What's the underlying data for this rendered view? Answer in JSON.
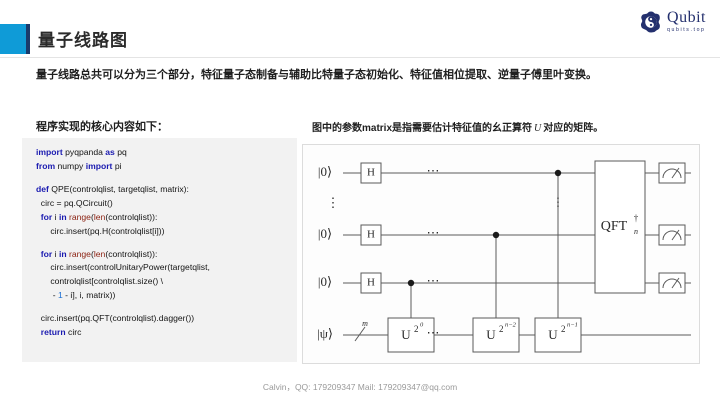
{
  "header": {
    "title": "量子线路图",
    "accent_color": "#0f9bd7",
    "accent_edge_color": "#1b3a6b"
  },
  "logo": {
    "icon": "qubit-yinyang-logo-icon",
    "name": "Qubit",
    "tagline": "qubits.top",
    "color": "#24306e"
  },
  "body": {
    "lead": "量子线路总共可以分为三个部分，特征量子态制备与辅助比特量子态初始化、特征值相位提取、逆量子傅里叶变换。",
    "code_caption": "程序实现的核心内容如下：",
    "diagram_caption_before": "图中的参数matrix是指需要估计特征值的幺正算符",
    "diagram_caption_var": "U",
    "diagram_caption_after": "对应的矩阵。"
  },
  "code": {
    "background": "#f2f2f2",
    "keyword_color": "#1a1ab0",
    "builtin_color": "#8a1f0f",
    "number_color": "#1a6fd4",
    "lines": [
      "import pyqpanda as pq",
      "from numpy import pi",
      "",
      "def QPE(controlqlist, targetqlist, matrix):",
      "  circ = pq.QCircuit()",
      "  for i in range(len(controlqlist)):",
      "      circ.insert(pq.H(controlqlist[i]))",
      "",
      "  for i in range(len(controlqlist)):",
      "      circ.insert(controlUnitaryPower(targetqlist,",
      "      controlqlist[controlqlist.size() \\",
      "       - 1 - i], i, matrix))",
      "",
      "  circ.insert(pq.QFT(controlqlist).dagger())",
      "  return circ"
    ]
  },
  "circuit": {
    "title": "quantum-phase-estimation-circuit",
    "wire_labels": [
      "|0⟩",
      "|0⟩",
      "|0⟩",
      "|ψ⟩"
    ],
    "bundle_label": "m",
    "hadamard_label": "H",
    "vertical_ellipsis": "⋮",
    "horizontal_ellipsis": "⋯",
    "u_gates": [
      {
        "base": "U",
        "exponent": "2",
        "exponent_sub": "0"
      },
      {
        "base": "U",
        "exponent": "2",
        "exponent_sub": "n−2"
      },
      {
        "base": "U",
        "exponent": "2",
        "exponent_sub": "n−1"
      }
    ],
    "qft_label": "QFT",
    "qft_dagger": "†",
    "qft_subscript": "n",
    "measure_icon": "measurement-meter-icon",
    "measure_count": 3,
    "line_color": "#5a5a5a"
  },
  "footer": {
    "text": "Calvin，QQ: 179209347  Mail: 179209347@qq.com"
  }
}
